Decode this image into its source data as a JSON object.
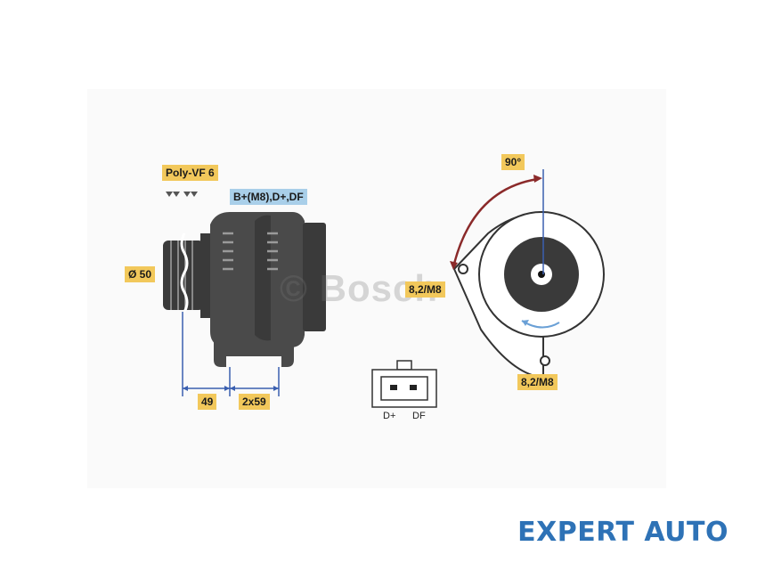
{
  "labels": {
    "belt": "Poly-VF 6",
    "terminals": "B+(M8),D+,DF",
    "pulley_diameter": "Ø 50",
    "dim_front": "49",
    "dim_body": "2x59",
    "angle": "90°",
    "mount_left": "8,2/M8",
    "mount_bottom": "8,2/M8",
    "plug_pin_left": "D+",
    "plug_pin_right": "DF"
  },
  "watermark": "© Bosch",
  "brand": "EXPERT AUTO",
  "colors": {
    "tag_yellow": "#f2c85b",
    "tag_blue": "#a9cfe9",
    "dimension_blue": "#3a5fb0",
    "angle_arc": "#8b2a2a",
    "body_dark": "#4a4a4a",
    "brand_blue": "#2e72b6"
  }
}
